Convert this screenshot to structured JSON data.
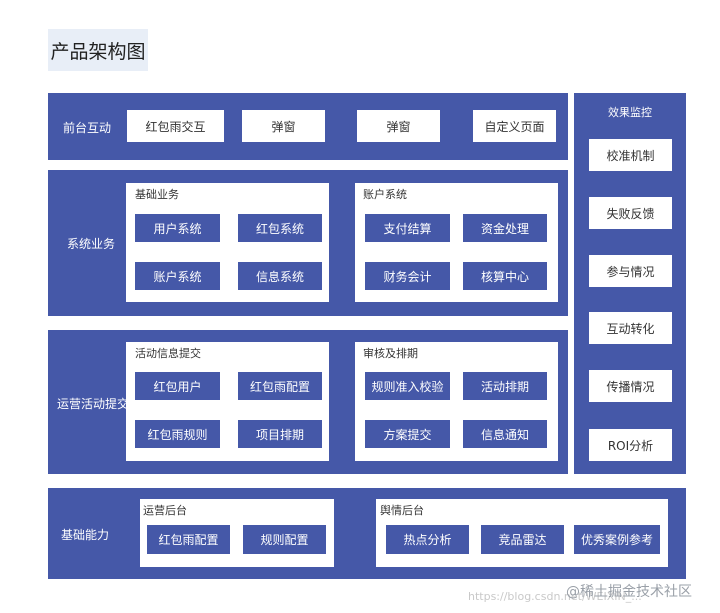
{
  "title": "产品架构图",
  "rows": {
    "front": {
      "label": "前台互动",
      "items": [
        "红包雨交互",
        "弹窗",
        "弹窗",
        "自定义页面"
      ]
    },
    "system": {
      "label": "系统业务",
      "panels": [
        {
          "title": "基础业务",
          "items": [
            "用户系统",
            "红包系统",
            "账户系统",
            "信息系统"
          ]
        },
        {
          "title": "账户系统",
          "items": [
            "支付结算",
            "资金处理",
            "财务会计",
            "核算中心"
          ]
        }
      ]
    },
    "ops": {
      "label": "运营活动提交",
      "panels": [
        {
          "title": "活动信息提交",
          "items": [
            "红包用户",
            "红包雨配置",
            "红包雨规则",
            "项目排期"
          ]
        },
        {
          "title": "审核及排期",
          "items": [
            "规则准入校验",
            "活动排期",
            "方案提交",
            "信息通知"
          ]
        }
      ]
    },
    "base": {
      "label": "基础能力",
      "panels": [
        {
          "title": "运营后台",
          "items": [
            "红包雨配置",
            "规则配置"
          ]
        },
        {
          "title": "舆情后台",
          "items": [
            "热点分析",
            "竞品雷达",
            "优秀案例参考"
          ]
        }
      ]
    }
  },
  "monitor": {
    "title": "效果监控",
    "items": [
      "校准机制",
      "失败反馈",
      "参与情况",
      "互动转化",
      "传播情况",
      "ROI分析"
    ]
  },
  "watermark": {
    "url_text": "https://blog.csdn.net/WEIXIN_...",
    "brand_text": "@稀土掘金技术社区"
  },
  "colors": {
    "band": "#4558a8",
    "title_bg": "#e8eef7"
  }
}
